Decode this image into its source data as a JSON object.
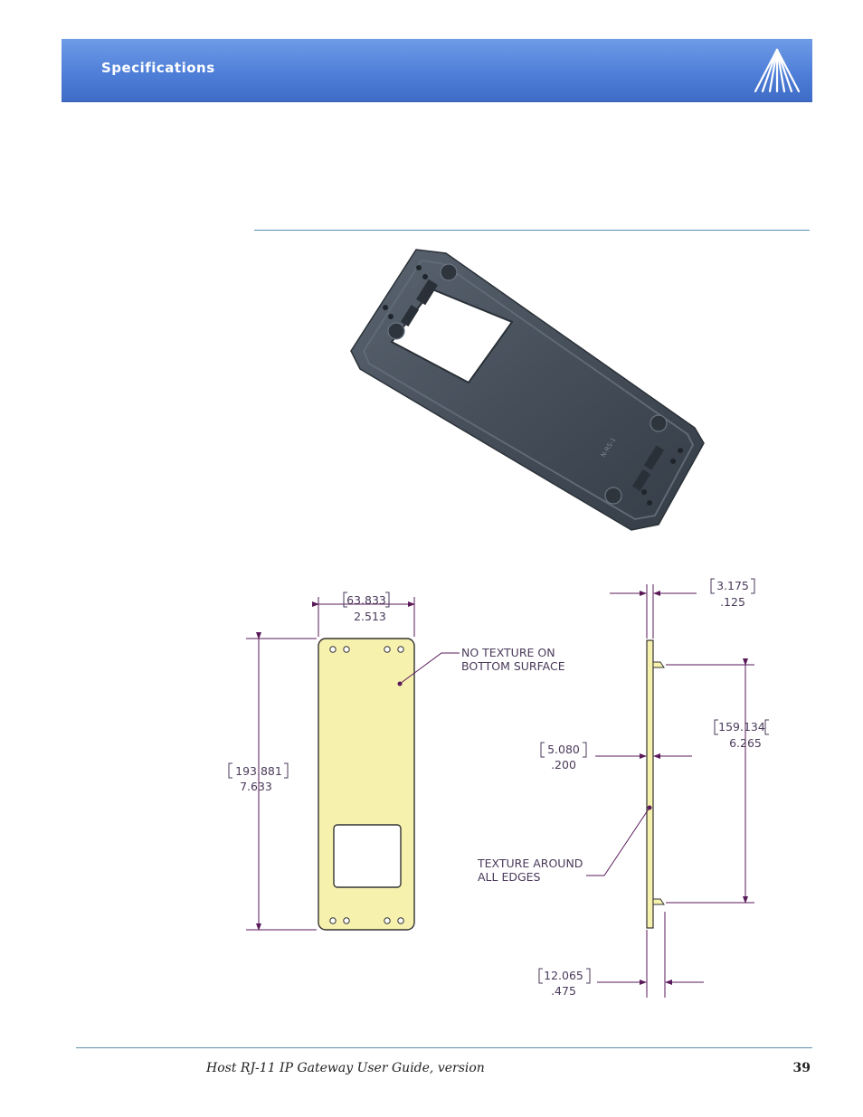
{
  "header": {
    "title": "Specifications",
    "background_color": "#4f7fd8",
    "logo": "triangle-rays-logo"
  },
  "figure": {
    "photo_icon": "mounting-plate-photo",
    "drawing_icon": "mounting-plate-technical-drawing",
    "dimensions": {
      "width_mm": "63.833",
      "width_in": "2.513",
      "height_mm": "193.881",
      "height_in": "7.633",
      "thickness_mm": "3.175",
      "thickness_in": ".125",
      "tab_spacing_mm": "159.134",
      "tab_spacing_in": "6.265",
      "offset_mm": "5.080",
      "offset_in": ".200",
      "depth_mm": "12.065",
      "depth_in": ".475"
    },
    "notes": {
      "bottom_line1": "NO TEXTURE ON",
      "bottom_line2": "BOTTOM SURFACE",
      "edges_line1": "TEXTURE AROUND",
      "edges_line2": "ALL EDGES"
    }
  },
  "footer": {
    "guide_title": "Host RJ-11 IP Gateway User Guide, version",
    "page_number": "39"
  }
}
